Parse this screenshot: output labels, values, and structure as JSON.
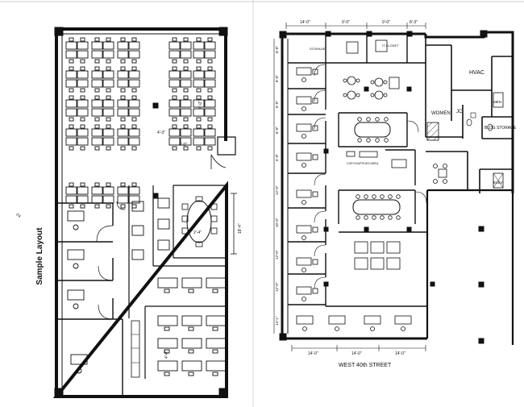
{
  "left_plan": {
    "side_label": "Sample Layout",
    "corner_mark": "2",
    "dims": [
      "4'-0\"",
      "4'-3\"",
      "4'-0\"",
      "18'-4\"",
      "2'-4\"",
      "4'-0\""
    ]
  },
  "right_plan": {
    "top_dims": [
      "14'-0\"",
      "9'-0\"",
      "9'-0\"",
      "8'-3\""
    ],
    "left_dims": [
      "8'-0\"",
      "8'-0\"",
      "6'-0\"",
      "6'-0\"",
      "5'-0\"",
      "12'-0\"",
      "10'-0\"",
      "12'-0\"",
      "12'-0\"",
      "14'-1\""
    ],
    "bottom_dims": [
      "14'-0\"",
      "14'-0\"",
      "14'-0\""
    ],
    "rooms": {
      "storage": "STORAGE",
      "it_closet": "IT CLOSET",
      "hvac": "HVAC",
      "women": "WOMEN",
      "jc": "JC",
      "men": "MEN",
      "bldg_storage": "BLDG STORAGE",
      "copy": "COPY/SUPPLIES AREA",
      "elev": "ELEV"
    },
    "street": "WEST 40th STREET"
  }
}
